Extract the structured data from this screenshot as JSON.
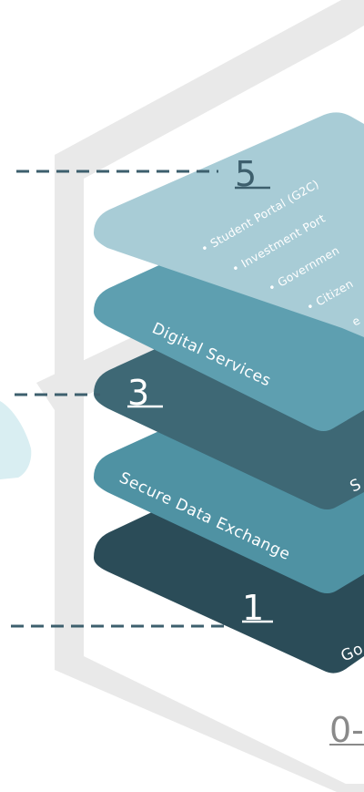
{
  "colors": {
    "frame": "#e9e9e9",
    "layer5": "#a8ccd6",
    "layer4": "#5e9fb0",
    "layer3": "#3e6875",
    "layer2": "#4f92a3",
    "layer1": "#2b4c58",
    "dash": "#3d5f6d",
    "splash": "#d9eef2"
  },
  "layers": {
    "l5": {
      "number": "5",
      "bullets": [
        "• Student Portal (G2C)",
        "• Investment Port",
        "• Governmen",
        "• Citizen"
      ],
      "edge_fragment": "e"
    },
    "l4": {
      "label": "Digital Services"
    },
    "l3": {
      "number": "3",
      "edge_fragment": "S"
    },
    "l2": {
      "label": "Secure Data Exchange"
    },
    "l1": {
      "number": "1",
      "edge_fragment": "Go"
    },
    "l0": {
      "number": "0-"
    }
  }
}
